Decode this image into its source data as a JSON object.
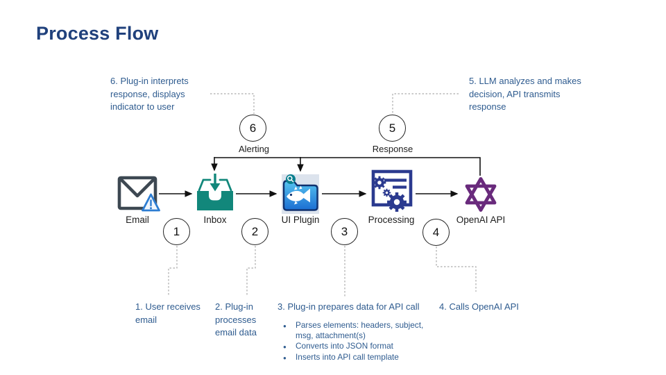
{
  "title": "Process Flow",
  "nodes": {
    "email": {
      "label": "Email"
    },
    "inbox": {
      "label": "Inbox"
    },
    "ui_plugin": {
      "label": "UI Plugin"
    },
    "processing": {
      "label": "Processing"
    },
    "openai": {
      "label": "OpenAI API"
    }
  },
  "steps": {
    "s1": {
      "num": "1",
      "note": "1. User receives email"
    },
    "s2": {
      "num": "2",
      "note": "2. Plug-in processes email data"
    },
    "s3": {
      "num": "3",
      "note": "3. Plug-in prepares data for API call",
      "bullets": [
        "Parses elements: headers, subject, msg, attachment(s)",
        "Converts into JSON format",
        "Inserts into API call template"
      ]
    },
    "s4": {
      "num": "4",
      "note": "4. Calls OpenAI API"
    },
    "s5": {
      "num": "5",
      "label": "Response",
      "note": "5. LLM analyzes and makes decision, API transmits response"
    },
    "s6": {
      "num": "6",
      "label": "Alerting",
      "note": "6. Plug-in interprets response, displays indicator to user"
    }
  },
  "colors": {
    "title_text": "#20417C",
    "note_text": "#2E5B8F",
    "line": "#111111",
    "dotted_line": "#ABABAB",
    "inbox_teal": "#12877B",
    "email_gray": "#3D4852",
    "warning_blue": "#2D7DD2",
    "plugin_blue": "#1B6ED2",
    "processing_navy": "#2B3A8F",
    "openai_purple": "#692A7C"
  }
}
